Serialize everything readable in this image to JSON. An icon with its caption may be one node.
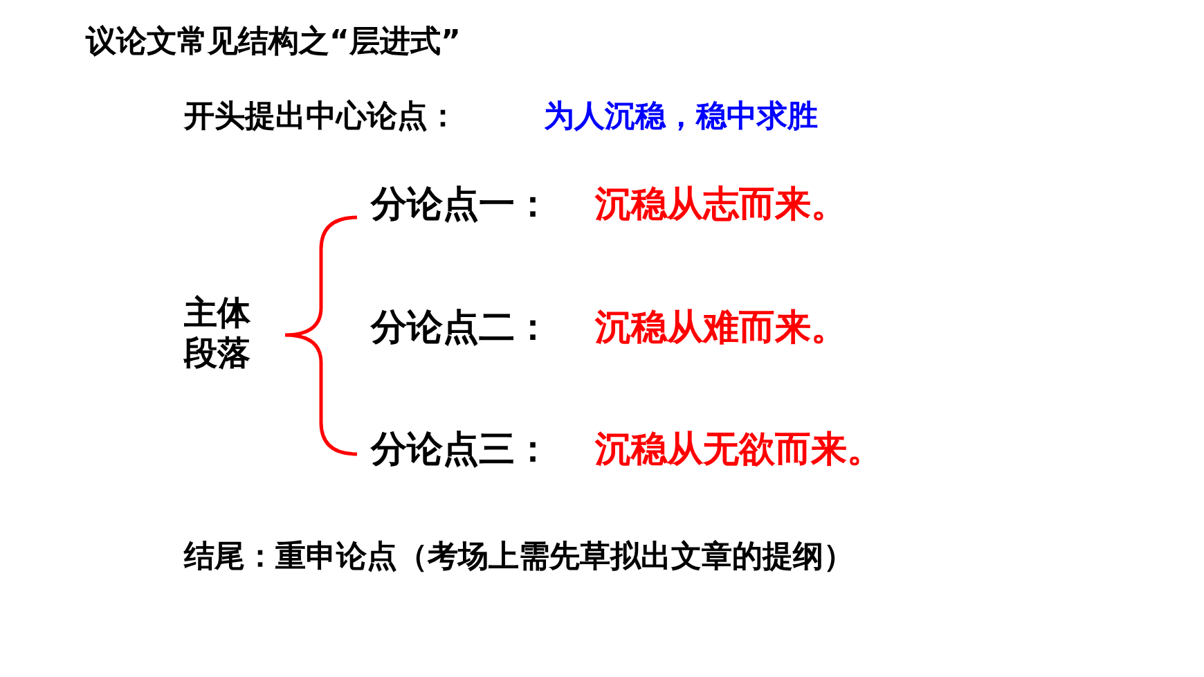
{
  "diagram": {
    "title": "议论文常见结构之“层进式”",
    "labels": [
      "开头提出中心论点：",
      "为人沉稳，稳中求胜",
      "分论点一：",
      "沉稳从志而来。",
      "主体段落",
      "分论点二：",
      "沉稳从难而来。",
      "分论点三：",
      "沉稳从无欲而来。",
      "结尾：重申论点（考场上需先草拟出文章的提纲）"
    ]
  }
}
